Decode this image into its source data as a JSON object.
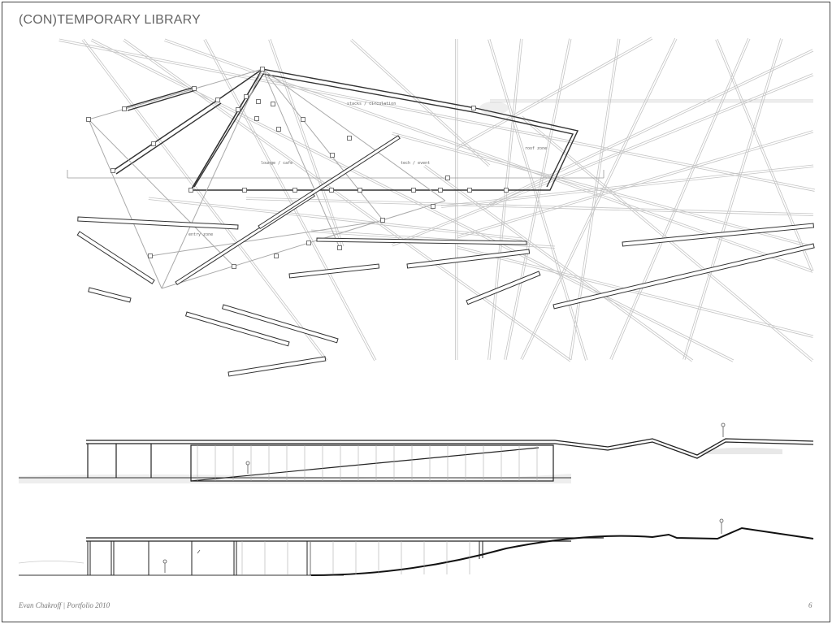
{
  "page": {
    "title": "(CON)TEMPORARY LIBRARY",
    "footer_author": "Evan Chakroff | Portfolio 2010",
    "page_number": "6"
  },
  "plan": {
    "zone_labels": {
      "stacks": "stacks / circulation",
      "lounge": "lounge / cafe",
      "tech": "tech / event",
      "rooftop": "roof zone",
      "entry": "entry zone"
    }
  },
  "colors": {
    "frame": "#444444",
    "line_light": "#bbbbbb",
    "line_dark": "#333333",
    "text_muted": "#666666",
    "ground_fill": "#e8e8e8"
  }
}
